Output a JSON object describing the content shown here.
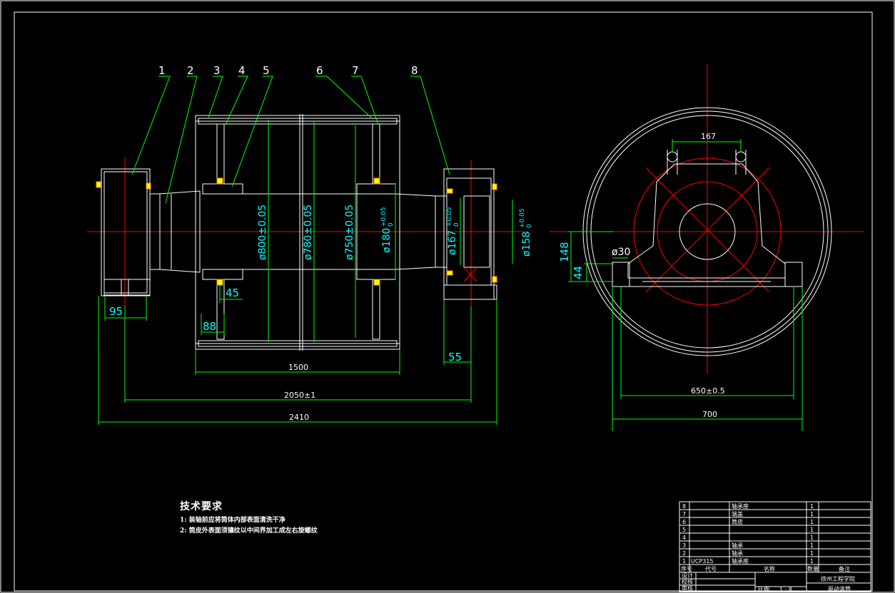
{
  "colors": {
    "background": "#000000",
    "outline": "#ffffff",
    "dimension": "#00ff00",
    "centerline": "#ff0000",
    "dim_text": "#00ffff",
    "section_yellow": "#ffff00"
  },
  "balloons": [
    "1",
    "2",
    "3",
    "4",
    "5",
    "6",
    "7",
    "8"
  ],
  "diameters": {
    "d800": "ø800±0.05",
    "d780": "ø780±0.05",
    "d750": "ø750±0.05",
    "d180": "ø180",
    "d180_tol": "+0.05",
    "d180_tol_low": "0",
    "d167": "ø167",
    "d167_tol": "+0.05",
    "d167_tol_low": "0",
    "d158": "ø158",
    "d158_tol": "+0.05",
    "d158_tol_low": "0"
  },
  "dims_front": {
    "d95": "95",
    "d45": "45",
    "d88": "88",
    "d55": "55",
    "d1500": "1500",
    "d2050": "2050±1",
    "d2410": "2410"
  },
  "dims_side": {
    "d167": "167",
    "d30": "ø30",
    "d148": "148",
    "d44": "44",
    "d650": "650±0.5",
    "d700": "700"
  },
  "requirements": {
    "title": "技术要求",
    "items": [
      "1: 装轴前应将筒体内部表面清洗干净",
      "2: 筒皮外表面须镶纹以中间界加工成左右旋螺纹"
    ]
  },
  "title_block": {
    "rows": [
      {
        "no": "8",
        "code": "",
        "name": "轴承座",
        "qty": "1"
      },
      {
        "no": "7",
        "code": "",
        "name": "端盖",
        "qty": "1"
      },
      {
        "no": "6",
        "code": "",
        "name": "筒皮",
        "qty": "1"
      },
      {
        "no": "5",
        "code": "",
        "name": "",
        "qty": "1"
      },
      {
        "no": "4",
        "code": "",
        "name": "",
        "qty": "1"
      },
      {
        "no": "3",
        "code": "",
        "name": "轴承",
        "qty": "1"
      },
      {
        "no": "2",
        "code": "",
        "name": "轴承",
        "qty": "1"
      },
      {
        "no": "1",
        "code": "UCP315",
        "name": "轴承座",
        "qty": "1"
      }
    ],
    "header": {
      "no": "序号",
      "code": "代号",
      "name": "名称",
      "qty": "数量",
      "remark": "备注"
    },
    "school": "徐州工程学院",
    "drawing_name": "驱动滚筒",
    "scale_label": "比例",
    "scale": "1 : 8",
    "sign_labels": [
      "设计",
      "校核",
      "审核"
    ]
  }
}
